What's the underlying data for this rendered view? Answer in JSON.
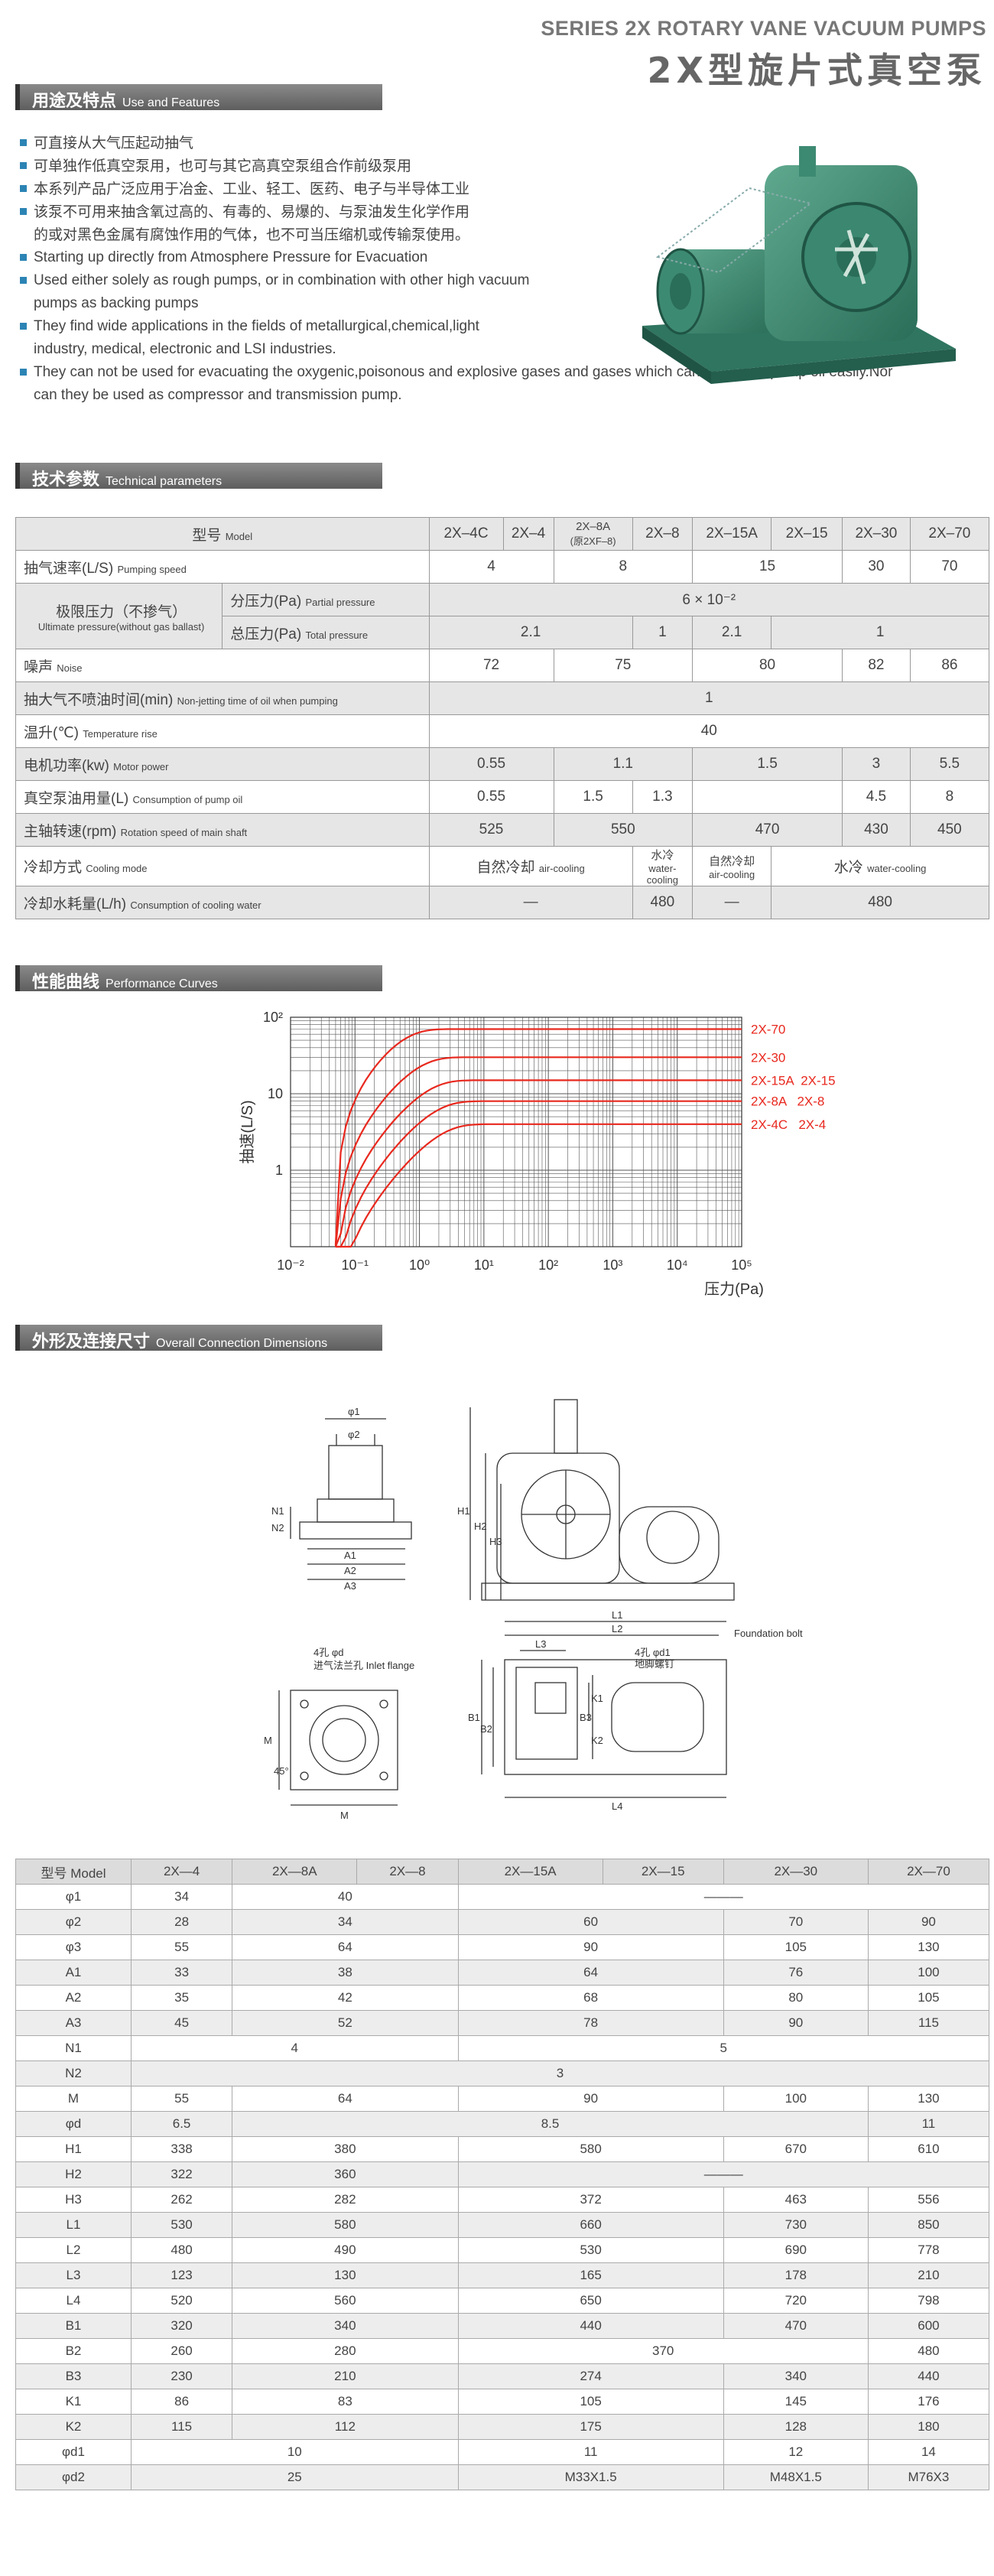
{
  "header": {
    "title_en": "SERIES 2X ROTARY VANE VACUUM PUMPS",
    "title_cn": "2X型旋片式真空泵"
  },
  "sections": {
    "use": {
      "cn": "用途及特点",
      "en": "Use and Features"
    },
    "tech": {
      "cn": "技术参数",
      "en": "Technical parameters"
    },
    "perf": {
      "cn": "性能曲线",
      "en": "Performance Curves"
    },
    "dims": {
      "cn": "外形及连接尺寸",
      "en": "Overall Connection Dimensions"
    }
  },
  "features": [
    "可直接从大气压起动抽气",
    "可单独作低真空泵用，也可与其它高真空泵组合作前级泵用",
    "本系列产品广泛应用于冶金、工业、轻工、医药、电子与半导体工业",
    "该泵不可用来抽含氧过高的、有毒的、易爆的、与泵油发生化学作用",
    "的或对黑色金属有腐蚀作用的气体，也不可当压缩机或传输泵使用。",
    "Starting up directly from Atmosphere Pressure for Evacuation",
    "Used either solely as rough pumps, or in combination with other high vacuum",
    "pumps as backing pumps",
    "They find wide applications in the fields of metallurgical,chemical,light",
    "industry,   medical,   electronic and LSI industries.",
    "They can not be used for evacuating the oxygenic,poisonous and explosive gases and gases which can react with pump oil easily.Nor",
    "can they be used as compressor and transmission pump."
  ],
  "spec": {
    "model_cn": "型号",
    "model_en": "Model",
    "models": [
      "2X–4C",
      "2X–4",
      "2X–8A",
      "(原2XF–8)",
      "2X–8",
      "2X–15A",
      "2X–15",
      "2X–30",
      "2X–70"
    ],
    "speed_cn": "抽气速率(L/S)",
    "speed_en": "Pumping speed",
    "speed": [
      "4",
      "8",
      "15",
      "30",
      "70"
    ],
    "ult_cn": "极限压力（不掺气）",
    "ult_en": "Ultimate pressure(without gas ballast)",
    "partial_cn": "分压力(Pa)",
    "partial_en": "Partial pressure",
    "partial_val": "6 × 10⁻²",
    "total_cn": "总压力(Pa)",
    "total_en": "Total pressure",
    "total": [
      "2.1",
      "1",
      "2.1",
      "1"
    ],
    "noise_cn": "噪声",
    "noise_en": "Noise",
    "noise": [
      "72",
      "75",
      "80",
      "82",
      "86"
    ],
    "time_cn": "抽大气不喷油时间(min)",
    "time_en": "Non-jetting time of oil when pumping",
    "time_val": "1",
    "temp_cn": "温升(℃)",
    "temp_en": "Temperature rise",
    "temp_val": "40",
    "power_cn": "电机功率(kw)",
    "power_en": "Motor power",
    "power": [
      "0.55",
      "1.1",
      "1.5",
      "3",
      "5.5"
    ],
    "oil_cn": "真空泵油用量(L)",
    "oil_en": "Consumption of pump oil",
    "oil": [
      "0.55",
      "1.5",
      "1.3",
      "4.5",
      "8"
    ],
    "rpm_cn": "主轴转速(rpm)",
    "rpm_en": "Rotation speed of main shaft",
    "rpm": [
      "525",
      "550",
      "470",
      "430",
      "450"
    ],
    "cool_cn": "冷却方式",
    "cool_en": "Cooling mode",
    "cool_air_cn": "自然冷却",
    "cool_air_en": "air-cooling",
    "cool_water_cn": "水冷",
    "cool_water_en": "water-cooling",
    "water_cn": "冷却水耗量(L/h)",
    "water_en": "Consumption of cooling water",
    "water": [
      "—",
      "480",
      "—",
      "480"
    ]
  },
  "chart_data": {
    "type": "line",
    "ylabel": "抽速(L/S)",
    "xlabel": "压力(Pa)",
    "xscale": "log",
    "yscale": "log",
    "xlim": [
      0.01,
      100000
    ],
    "ylim": [
      0.1,
      100
    ],
    "x_ticks": [
      "10⁻²",
      "10⁻¹",
      "10⁰",
      "10¹",
      "10²",
      "10³",
      "10⁴",
      "10⁵"
    ],
    "y_ticks": [
      "1",
      "10",
      "10²"
    ],
    "series": [
      {
        "name": "2X-70",
        "plateau": 70
      },
      {
        "name": "2X-30",
        "plateau": 30
      },
      {
        "name": "2X-15A  2X-15",
        "plateau": 15
      },
      {
        "name": "2X-8A   2X-8",
        "plateau": 8
      },
      {
        "name": "2X-4C   2X-4",
        "plateau": 4
      }
    ],
    "onset_pressure": 0.05,
    "color": "#e8281e"
  },
  "drawing": {
    "inlet_flange": "进气法兰孔 Inlet flange",
    "holes": "4孔 φd",
    "foundation": "Foundation bolt",
    "holes1": "4孔 φd1",
    "anchor": "地脚螺钉",
    "labels": [
      "φ1",
      "φ2",
      "N1",
      "N2",
      "A1",
      "A2",
      "A3",
      "H1",
      "H2",
      "H3",
      "L1",
      "L2",
      "L3",
      "L4",
      "B1",
      "B2",
      "B3",
      "K1",
      "K2",
      "M",
      "45°"
    ]
  },
  "dims": {
    "header": [
      "型号  Model",
      "2X—4",
      "2X—8A",
      "2X—8",
      "2X—15A",
      "2X—15",
      "2X—30",
      "2X—70"
    ],
    "rows": [
      {
        "label": "φ1",
        "cells": [
          [
            "34",
            1
          ],
          [
            "40",
            2
          ],
          [
            "———",
            4
          ]
        ]
      },
      {
        "label": "φ2",
        "cells": [
          [
            "28",
            1
          ],
          [
            "34",
            2
          ],
          [
            "60",
            2
          ],
          [
            "70",
            1
          ],
          [
            "90",
            1
          ]
        ]
      },
      {
        "label": "φ3",
        "cells": [
          [
            "55",
            1
          ],
          [
            "64",
            2
          ],
          [
            "90",
            2
          ],
          [
            "105",
            1
          ],
          [
            "130",
            1
          ]
        ]
      },
      {
        "label": "A1",
        "cells": [
          [
            "33",
            1
          ],
          [
            "38",
            2
          ],
          [
            "64",
            2
          ],
          [
            "76",
            1
          ],
          [
            "100",
            1
          ]
        ]
      },
      {
        "label": "A2",
        "cells": [
          [
            "35",
            1
          ],
          [
            "42",
            2
          ],
          [
            "68",
            2
          ],
          [
            "80",
            1
          ],
          [
            "105",
            1
          ]
        ]
      },
      {
        "label": "A3",
        "cells": [
          [
            "45",
            1
          ],
          [
            "52",
            2
          ],
          [
            "78",
            2
          ],
          [
            "90",
            1
          ],
          [
            "115",
            1
          ]
        ]
      },
      {
        "label": "N1",
        "cells": [
          [
            "4",
            3
          ],
          [
            "5",
            4
          ]
        ]
      },
      {
        "label": "N2",
        "cells": [
          [
            "3",
            7
          ]
        ]
      },
      {
        "label": "M",
        "cells": [
          [
            "55",
            1
          ],
          [
            "64",
            2
          ],
          [
            "90",
            2
          ],
          [
            "100",
            1
          ],
          [
            "130",
            1
          ]
        ]
      },
      {
        "label": "φd",
        "cells": [
          [
            "6.5",
            1
          ],
          [
            "8.5",
            5
          ],
          [
            "11",
            1
          ]
        ]
      },
      {
        "label": "H1",
        "cells": [
          [
            "338",
            1
          ],
          [
            "380",
            2
          ],
          [
            "580",
            2
          ],
          [
            "670",
            1
          ],
          [
            "610",
            1
          ]
        ]
      },
      {
        "label": "H2",
        "cells": [
          [
            "322",
            1
          ],
          [
            "360",
            2
          ],
          [
            "———",
            4
          ]
        ]
      },
      {
        "label": "H3",
        "cells": [
          [
            "262",
            1
          ],
          [
            "282",
            2
          ],
          [
            "372",
            2
          ],
          [
            "463",
            1
          ],
          [
            "556",
            1
          ]
        ]
      },
      {
        "label": "L1",
        "cells": [
          [
            "530",
            1
          ],
          [
            "580",
            2
          ],
          [
            "660",
            2
          ],
          [
            "730",
            1
          ],
          [
            "850",
            1
          ]
        ]
      },
      {
        "label": "L2",
        "cells": [
          [
            "480",
            1
          ],
          [
            "490",
            2
          ],
          [
            "530",
            2
          ],
          [
            "690",
            1
          ],
          [
            "778",
            1
          ]
        ]
      },
      {
        "label": "L3",
        "cells": [
          [
            "123",
            1
          ],
          [
            "130",
            2
          ],
          [
            "165",
            2
          ],
          [
            "178",
            1
          ],
          [
            "210",
            1
          ]
        ]
      },
      {
        "label": "L4",
        "cells": [
          [
            "520",
            1
          ],
          [
            "560",
            2
          ],
          [
            "650",
            2
          ],
          [
            "720",
            1
          ],
          [
            "798",
            1
          ]
        ]
      },
      {
        "label": "B1",
        "cells": [
          [
            "320",
            1
          ],
          [
            "340",
            2
          ],
          [
            "440",
            2
          ],
          [
            "470",
            1
          ],
          [
            "600",
            1
          ]
        ]
      },
      {
        "label": "B2",
        "cells": [
          [
            "260",
            1
          ],
          [
            "280",
            2
          ],
          [
            "370",
            3
          ],
          [
            "480",
            1
          ]
        ]
      },
      {
        "label": "B3",
        "cells": [
          [
            "230",
            1
          ],
          [
            "210",
            2
          ],
          [
            "274",
            2
          ],
          [
            "340",
            1
          ],
          [
            "440",
            1
          ]
        ]
      },
      {
        "label": "K1",
        "cells": [
          [
            "86",
            1
          ],
          [
            "83",
            2
          ],
          [
            "105",
            2
          ],
          [
            "145",
            1
          ],
          [
            "176",
            1
          ]
        ]
      },
      {
        "label": "K2",
        "cells": [
          [
            "115",
            1
          ],
          [
            "112",
            2
          ],
          [
            "175",
            2
          ],
          [
            "128",
            1
          ],
          [
            "180",
            1
          ]
        ]
      },
      {
        "label": "φd1",
        "cells": [
          [
            "10",
            3
          ],
          [
            "11",
            2
          ],
          [
            "12",
            1
          ],
          [
            "14",
            1
          ]
        ]
      },
      {
        "label": "φd2",
        "cells": [
          [
            "25",
            3
          ],
          [
            "M33X1.5",
            2
          ],
          [
            "M48X1.5",
            1
          ],
          [
            "M76X3",
            1
          ]
        ]
      }
    ]
  }
}
